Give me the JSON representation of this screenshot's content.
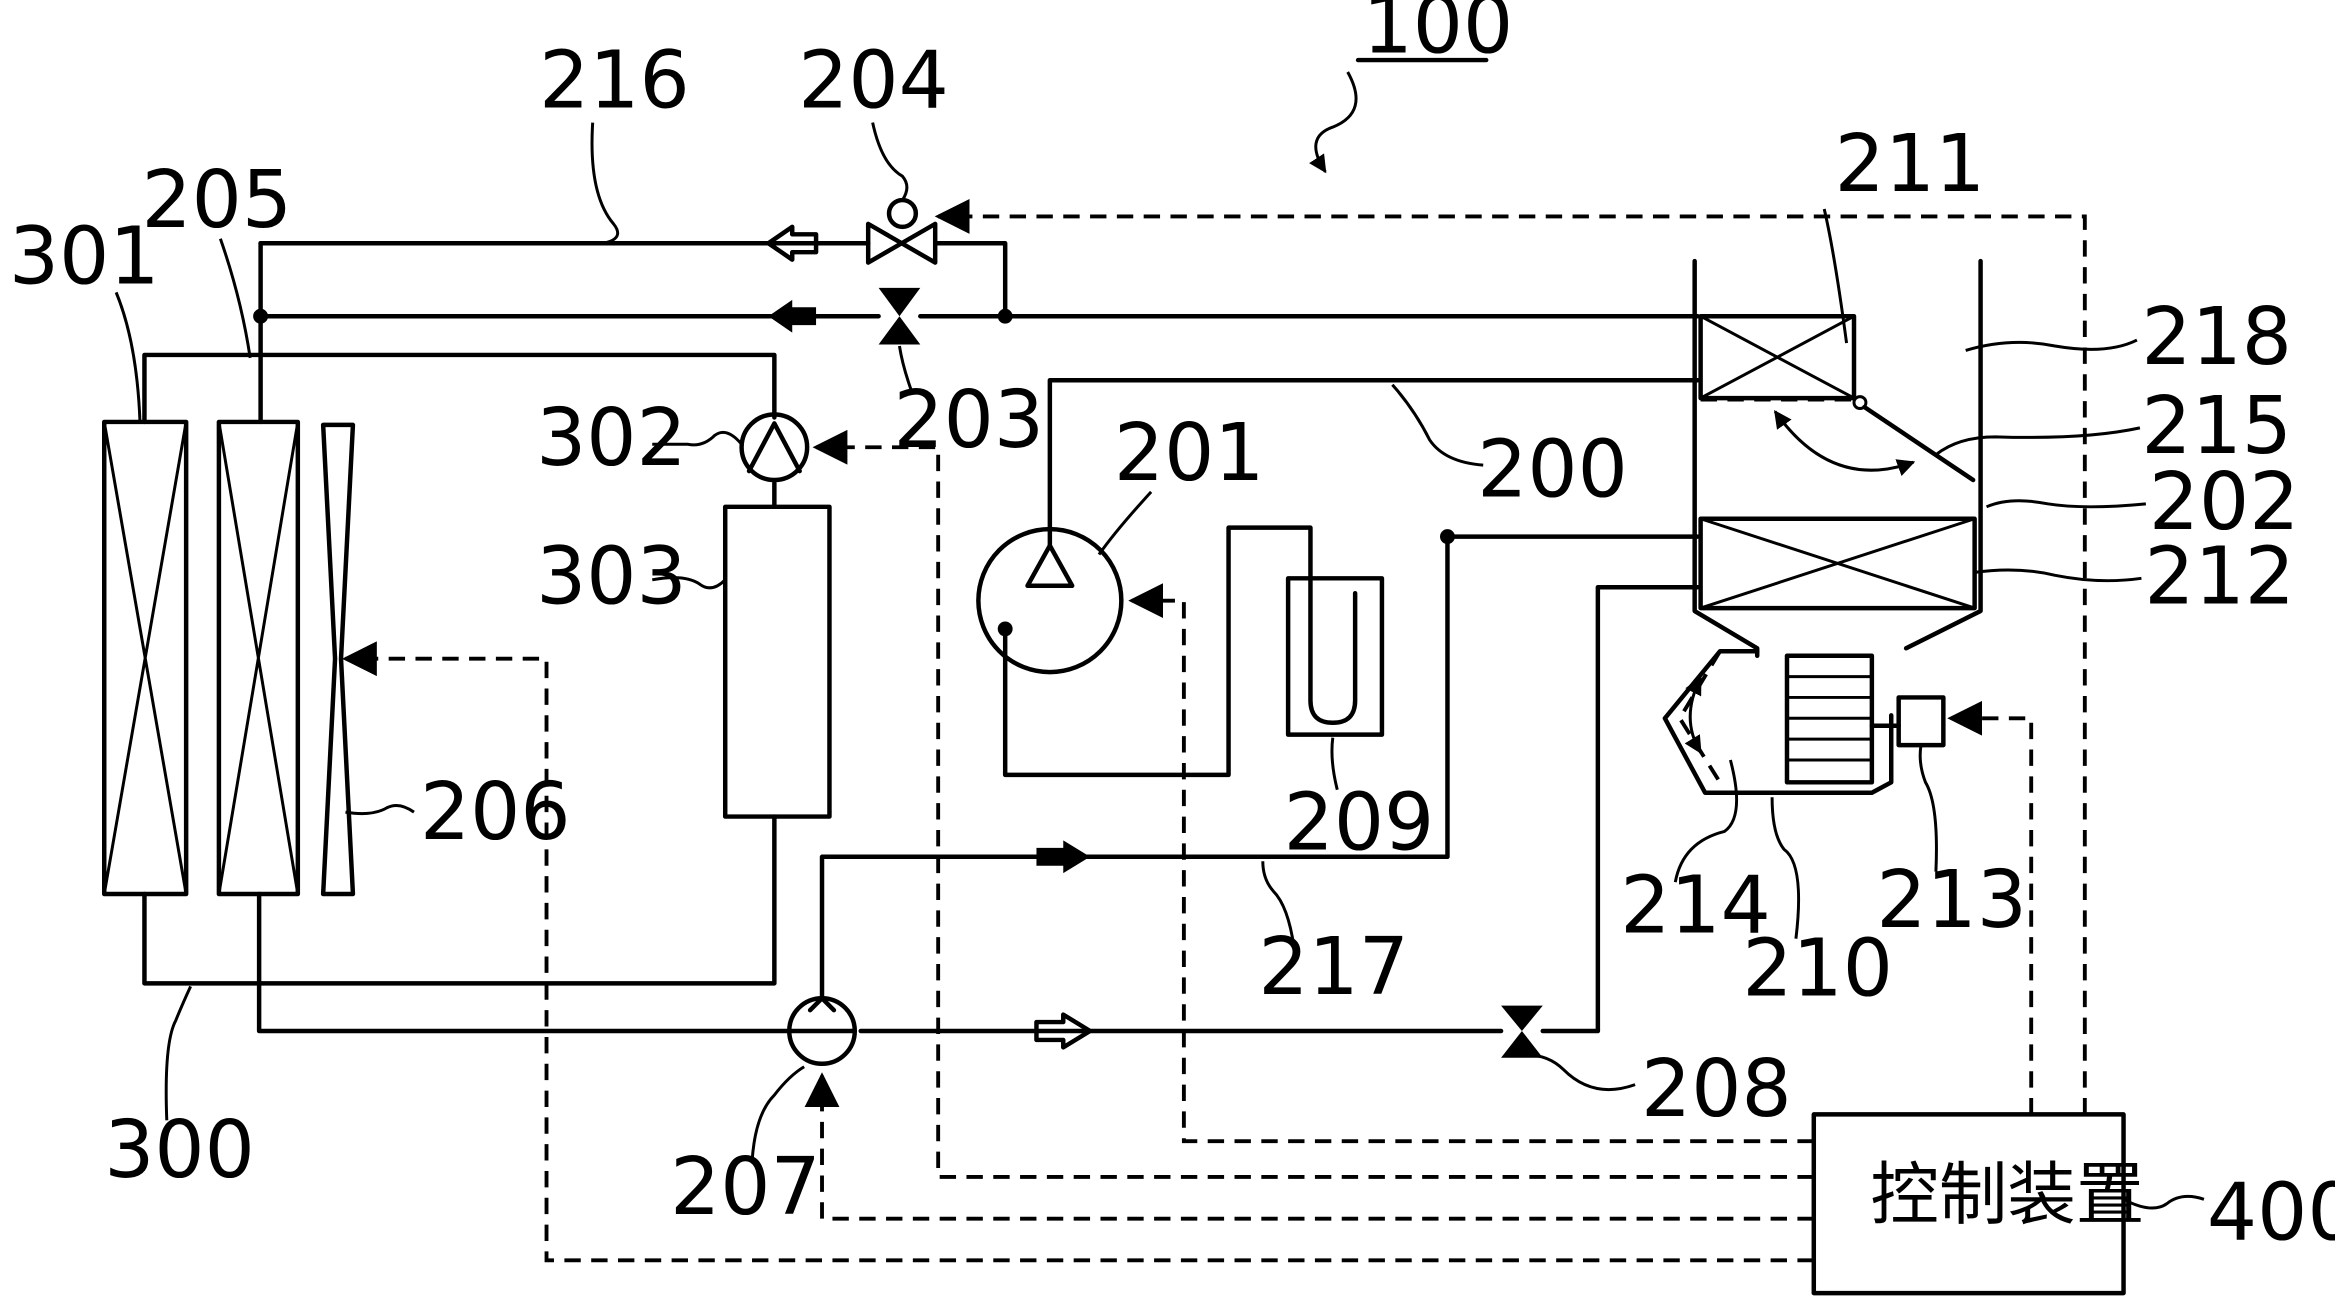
{
  "labels": {
    "system": "100",
    "controller_ref": "400",
    "outdoor_hx": "301",
    "rad_hx": "205",
    "fan": "206",
    "pump": "302",
    "tank": "303",
    "valve_204": "204",
    "pipe_216": "216",
    "valve_203": "203",
    "compressor": "201",
    "pipe_200": "200",
    "evaporator_211": "211",
    "door_215": "215",
    "duct_218": "218",
    "casing_202": "202",
    "condenser_212": "212",
    "accumulator": "209",
    "pipe_217": "217",
    "blower": "210",
    "motor": "213",
    "door_214": "214",
    "valve_208": "208",
    "switch_207": "207",
    "circuit_300": "300"
  },
  "controller": {
    "text": "控制装置"
  }
}
